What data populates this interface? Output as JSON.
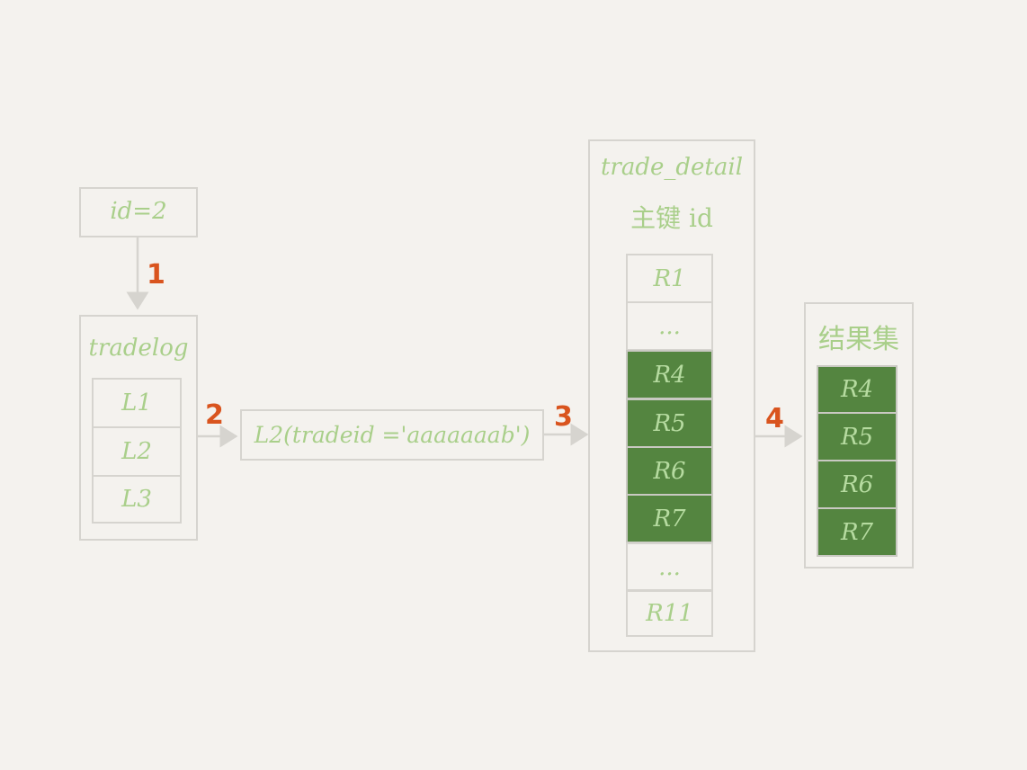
{
  "query_box": {
    "label": "id=2"
  },
  "tradelog": {
    "title": "tradelog",
    "rows": [
      "L1",
      "L2",
      "L3"
    ]
  },
  "condition": {
    "label": "L2(tradeid ='aaaaaaab')"
  },
  "trade_detail": {
    "title_line1": "trade_detail",
    "title_line2": "主键 id",
    "rows": [
      "R1",
      "...",
      "R4",
      "R5",
      "R6",
      "R7",
      "...",
      "R11"
    ]
  },
  "result": {
    "title": "结果集",
    "rows": [
      "R4",
      "R5",
      "R6",
      "R7"
    ]
  },
  "steps": [
    "1",
    "2",
    "3",
    "4"
  ],
  "colors": {
    "highlight": "#548540",
    "text": "#a9cf8a",
    "step": "#d9541e",
    "border": "#d6d4cf"
  }
}
